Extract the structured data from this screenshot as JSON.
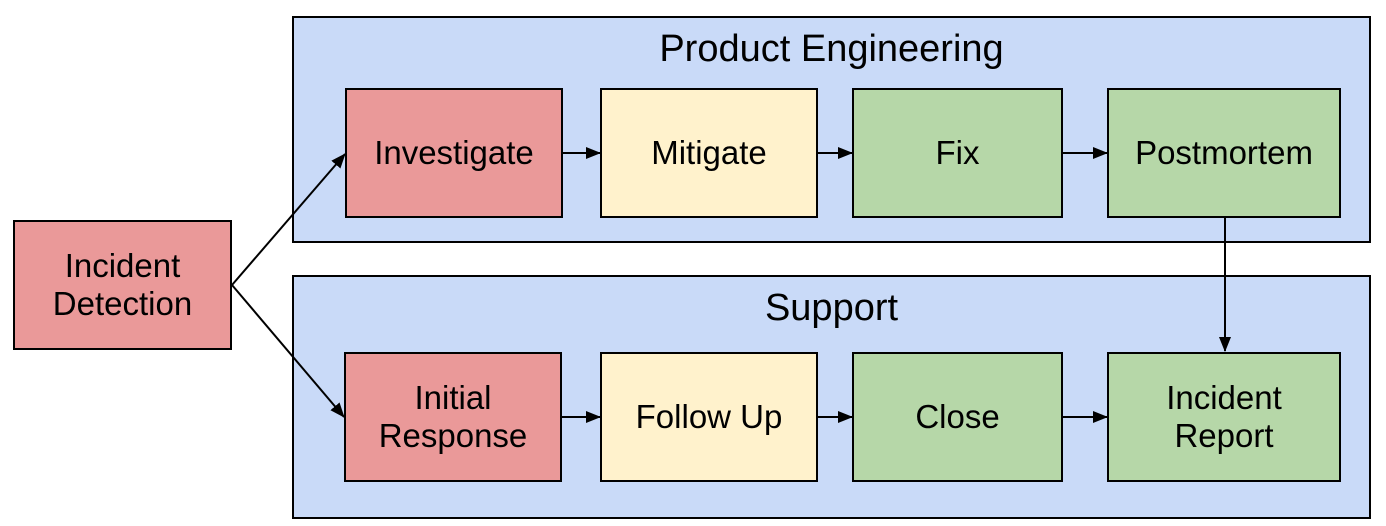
{
  "diagram": {
    "colors": {
      "red": "#ea9999",
      "yellow": "#fff2cc",
      "green": "#b6d7a8",
      "lane_blue": "#c9daf8",
      "border": "#000000",
      "arrow": "#000000",
      "text": "#000000",
      "background": "#ffffff"
    },
    "start_node": {
      "label": "Incident\nDetection",
      "color": "red"
    },
    "lanes": [
      {
        "title": "Product Engineering",
        "nodes": [
          {
            "label": "Investigate",
            "color": "red"
          },
          {
            "label": "Mitigate",
            "color": "yellow"
          },
          {
            "label": "Fix",
            "color": "green"
          },
          {
            "label": "Postmortem",
            "color": "green"
          }
        ]
      },
      {
        "title": "Support",
        "nodes": [
          {
            "label": "Initial\nResponse",
            "color": "red"
          },
          {
            "label": "Follow Up",
            "color": "yellow"
          },
          {
            "label": "Close",
            "color": "green"
          },
          {
            "label": "Incident\nReport",
            "color": "green"
          }
        ]
      }
    ],
    "connections": [
      {
        "from": "Incident Detection",
        "to": "Investigate"
      },
      {
        "from": "Incident Detection",
        "to": "Initial Response"
      },
      {
        "from": "Investigate",
        "to": "Mitigate"
      },
      {
        "from": "Mitigate",
        "to": "Fix"
      },
      {
        "from": "Fix",
        "to": "Postmortem"
      },
      {
        "from": "Postmortem",
        "to": "Incident Report"
      },
      {
        "from": "Initial Response",
        "to": "Follow Up"
      },
      {
        "from": "Follow Up",
        "to": "Close"
      },
      {
        "from": "Close",
        "to": "Incident Report"
      }
    ]
  }
}
